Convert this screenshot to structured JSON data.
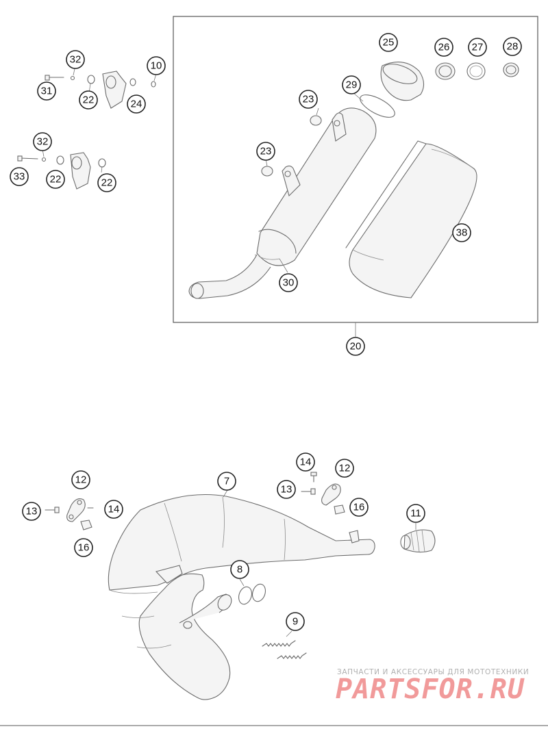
{
  "callouts": {
    "c32a": "32",
    "c31": "31",
    "c22a": "22",
    "c24": "24",
    "c10": "10",
    "c32b": "32",
    "c33": "33",
    "c22b": "22",
    "c22c": "22",
    "c25": "25",
    "c26": "26",
    "c27": "27",
    "c28": "28",
    "c29": "29",
    "c23a": "23",
    "c23b": "23",
    "c38": "38",
    "c30": "30",
    "c20": "20",
    "c7": "7",
    "c12a": "12",
    "c13a": "13",
    "c14a": "14",
    "c16a": "16",
    "c14b": "14",
    "c12b": "12",
    "c13b": "13",
    "c16b": "16",
    "c11": "11",
    "c8": "8",
    "c9": "9"
  },
  "watermark": {
    "tagline": "ЗАПЧАСТИ И АКСЕССУАРЫ ДЛЯ МОТОТЕХНИКИ",
    "brand": "PARTSFOR.RU"
  }
}
